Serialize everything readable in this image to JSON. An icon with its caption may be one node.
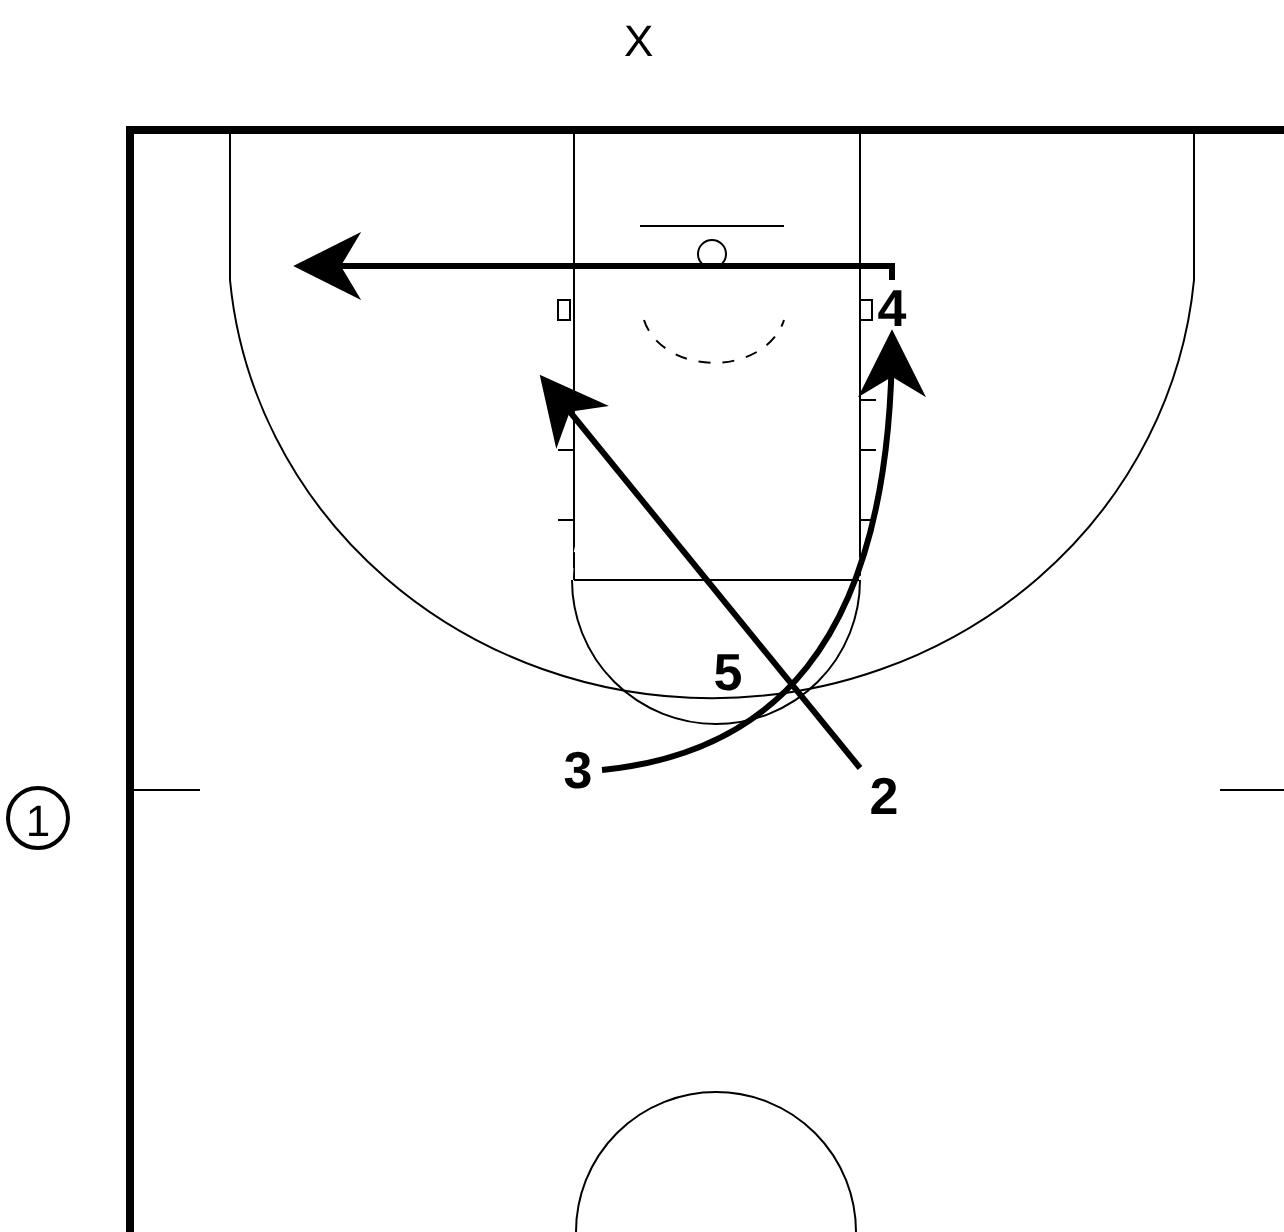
{
  "diagram": {
    "nodes": [
      {
        "text": [
          "1"
        ]
      },
      {
        "text": [
          "2"
        ]
      },
      {
        "text": [
          "3"
        ]
      },
      {
        "text": [
          "4"
        ]
      },
      {
        "text": [
          "5"
        ]
      }
    ],
    "edges": [
      {
        "from": 3,
        "to": null,
        "arrow": "to"
      },
      {
        "from": 1,
        "to": null,
        "arrow": "to"
      },
      {
        "from": 2,
        "to": 3,
        "arrow": "to"
      }
    ],
    "labels": [
      "X"
    ]
  }
}
